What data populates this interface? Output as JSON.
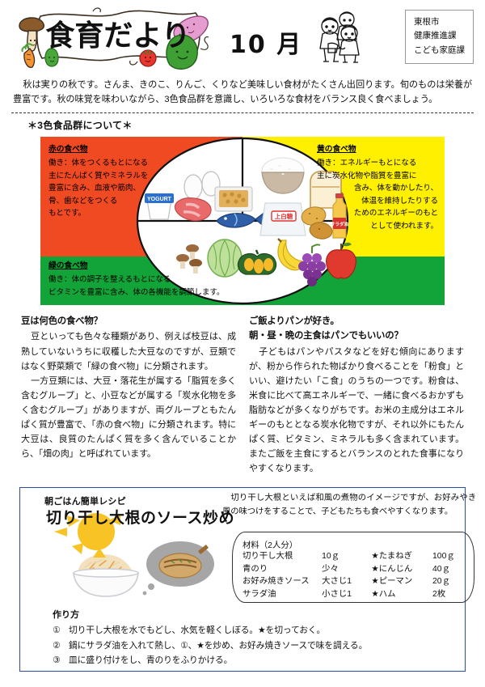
{
  "header": {
    "logo_text": "食育だより",
    "month": "10 月",
    "issuer": {
      "line1": "東根市",
      "line2": "健康推進課",
      "line3": "こども家庭課"
    }
  },
  "intro": {
    "text": "秋は実りの秋です。さんま、きのこ、りんご、くりなど美味しい食材がたくさん出回ります。旬のものは栄養が豊富です。秋の味覚を味わいながら、3色食品群を意識し、いろいろな食材をバランス良く食べましょう。"
  },
  "section": {
    "title": "＊3色食品群について＊"
  },
  "panel": {
    "red": {
      "heading": "赤の食べ物",
      "line1": "働き：体をつくるもとになる",
      "line2": "主にたんぱく質やミネラルを",
      "line3": "豊富に含み、血液や筋肉、",
      "line4": "骨、歯などをつくる",
      "line5": "もとです。",
      "color": "#F04A23",
      "foods": [
        "卵",
        "納豆",
        "ヨーグルト",
        "肉",
        "魚"
      ]
    },
    "yellow": {
      "heading": "黄の食べ物",
      "line1": "働き：エネルギーもとになる",
      "line2": "主に炭水化物や脂質を豊富に",
      "line3": "含み、体を動かしたり、",
      "line4": "体温を維持したりする",
      "line5": "ためのエネルギーのもと",
      "line6": "として使われます。",
      "color": "#FFF000",
      "foods": [
        "ごはん",
        "食パン",
        "上白糖",
        "じゃがいも",
        "サラダ油"
      ]
    },
    "green": {
      "heading": "緑の食べ物",
      "line1": "働き：体の調子を整えるもとになる",
      "line2": "ビタミンを豊富に含み、体の各機能を調節します。",
      "color": "#12A438",
      "foods": [
        "きのこ",
        "キャベツ",
        "かぼちゃ",
        "バナナ",
        "ぶどう",
        "りんご"
      ]
    },
    "yogurt_label": "YOGURT",
    "sugar_label": "上白糖",
    "oil_label": "サラダ油"
  },
  "articles": [
    {
      "heading1": "豆は何色の食べ物？",
      "heading2": "",
      "para1": "豆といっても色々な種類があり、例えば枝豆は、成熟していないうちに収穫した大豆なのですが、豆類ではなく野菜類で「緑の食べ物」に分類されます。",
      "para2": "一方豆類には、大豆・落花生が属する「脂質を多く含むグループ」と、小豆などが属する「炭水化物を多く含むグループ」がありますが、両グループともたんぱく質が豊富で、「赤の食べ物」に分類されます。特に大豆は、良質のたんぱく質を多く含んでいることから、「畑の肉」と呼ばれています。"
    },
    {
      "heading1": "ご飯よりパンが好き。",
      "heading2": "朝・昼・晩の主食はパンでもいいの？",
      "para1": "子どもはパンやパスタなどを好む傾向にありますが、粉から作られた物ばかり食べることを「粉食」といい、避けたい「こ食」のうちの一つです。粉食は、米食に比べて高エネルギーで、一緒に食べるおかずも脂肪などが多くなりがちです。お米の主成分はエネルギーのもととなる炭水化物ですが、それ以外にもたんぱく質、ビタミン、ミネラルも多く含まれています。またご飯を主食にするとバランスのとれた食事になりやすくなります。",
      "para2": ""
    }
  ],
  "recipe": {
    "label": "朝ごはん簡単レシピ",
    "title": "切り干し大根のソース炒め",
    "intro": "切り干し大根といえば和風の煮物のイメージですが、お好みやき風の味つけをすることで、子どもたちも食べやすくなります。",
    "ingredients_heading": "材料（2人分）",
    "ingredients": [
      {
        "name": "切り干し大根",
        "amount": "10ｇ",
        "name2": "★たまねぎ",
        "amount2": "100ｇ"
      },
      {
        "name": "青のり",
        "amount": "少々",
        "name2": "★にんじん",
        "amount2": "40ｇ"
      },
      {
        "name": "お好み焼きソース",
        "amount": "大さじ1",
        "name2": "★ピーマン",
        "amount2": "20ｇ"
      },
      {
        "name": "サラダ油",
        "amount": "小さじ1",
        "name2": "★ハム",
        "amount2": "2枚"
      }
    ],
    "steps_heading": "作り方",
    "steps": [
      {
        "num": "①",
        "text": "切り干し大根を水でもどし、水気を軽くしぼる。★を切っておく。"
      },
      {
        "num": "②",
        "text": "鍋にサラダ油を入れて熱し、①、★を炒め、お好み焼きソースで味を調える。"
      },
      {
        "num": "③",
        "text": "皿に盛り付けをし、青のりをふりかける。"
      }
    ],
    "border_color": "#2E4D9B"
  }
}
